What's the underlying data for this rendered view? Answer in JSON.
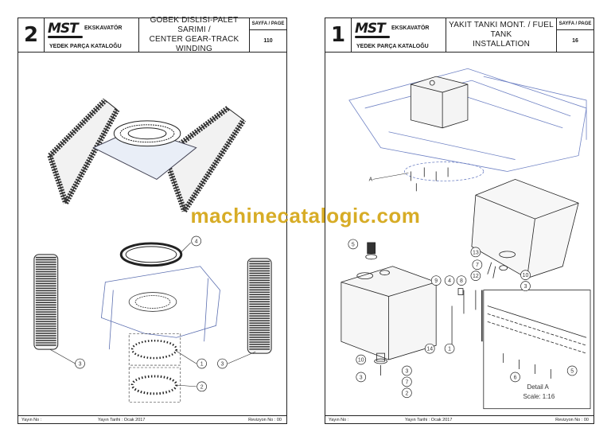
{
  "left_page": {
    "section_number": "2",
    "brand": {
      "logo": "MST",
      "subtitle": "EKSKAVATÖR",
      "catalog": "YEDEK PARÇA KATALOĞU"
    },
    "title_line1": "GOBEK DISLISI-PALET SARIMI /",
    "title_line2": "CENTER GEAR-TRACK WINDING",
    "page_label": "SAYFA / PAGE",
    "page_number": "110",
    "callouts": [
      "4",
      "1",
      "2",
      "3",
      "3"
    ],
    "footer": {
      "yayin_no": "Yayın No :",
      "yayin_tarihi": "Yayın Tarihi : Ocak 2017",
      "revizyon": "Revizyon No : 00"
    }
  },
  "right_page": {
    "section_number": "1",
    "brand": {
      "logo": "MST",
      "subtitle": "EKSKAVATÖR",
      "catalog": "YEDEK PARÇA KATALOĞU"
    },
    "title_line1": "YAKIT TANKI MONT. / FUEL TANK",
    "title_line2": "INSTALLATION",
    "page_label": "SAYFA / PAGE",
    "page_number": "16",
    "callouts": [
      "5",
      "9",
      "4",
      "8",
      "13",
      "7",
      "12",
      "10",
      "3",
      "14",
      "1",
      "10",
      "3",
      "3",
      "7",
      "2",
      "6",
      "5"
    ],
    "detail_label": "A",
    "detail_text_1": "Detail A",
    "detail_text_2": "Scale: 1:16",
    "footer": {
      "yayin_no": "Yayın No :",
      "yayin_tarihi": "Yayın Tarihi : Ocak 2017",
      "revizyon": "Revizyon No : 00"
    }
  },
  "watermark": "machinecatalogic.com"
}
